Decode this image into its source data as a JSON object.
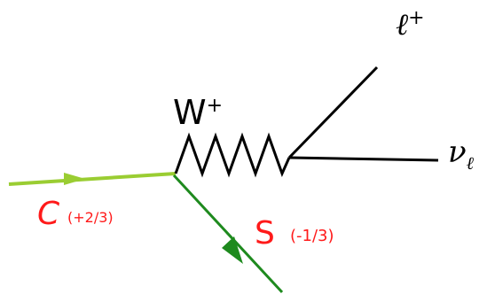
{
  "labels": {
    "boson": "W",
    "boson_sup": "+",
    "lepton": "ℓ",
    "lepton_sup": "+",
    "neutrino": "ν",
    "neutrino_sub": "ℓ",
    "c_quark": "C",
    "c_charge": "(+2/3)",
    "s_quark": "S",
    "s_charge": "(-1/3)"
  },
  "colors": {
    "c_line": "#9acd32",
    "s_line": "#1e8a1e",
    "label_red": "#ff1a1a",
    "ink": "#000000"
  }
}
